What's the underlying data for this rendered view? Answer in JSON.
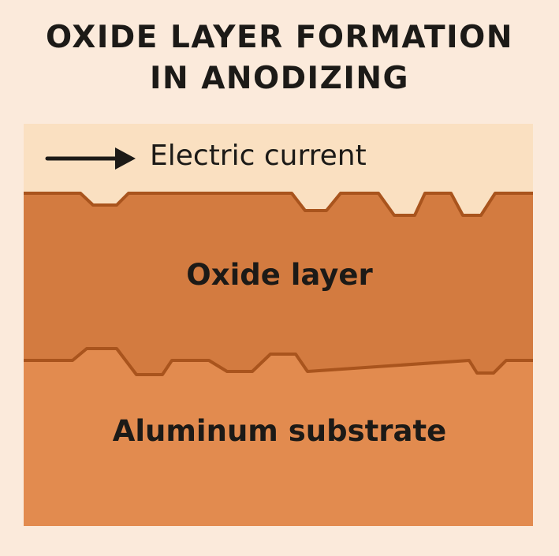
{
  "title": {
    "line1": "OXIDE LAYER FORMATION",
    "line2": "IN ANODIZING"
  },
  "labels": {
    "electric_current": "Electric current",
    "oxide_layer": "Oxide layer",
    "substrate": "Aluminum substrate"
  },
  "icons": {
    "current_arrow": "arrow-right-icon"
  },
  "colors": {
    "background": "#fbeadb",
    "electrolyte": "#fae0c1",
    "oxide_layer": "#d37b40",
    "substrate": "#e28b4f",
    "boundary": "#a9541d",
    "text": "#1c1a17"
  }
}
